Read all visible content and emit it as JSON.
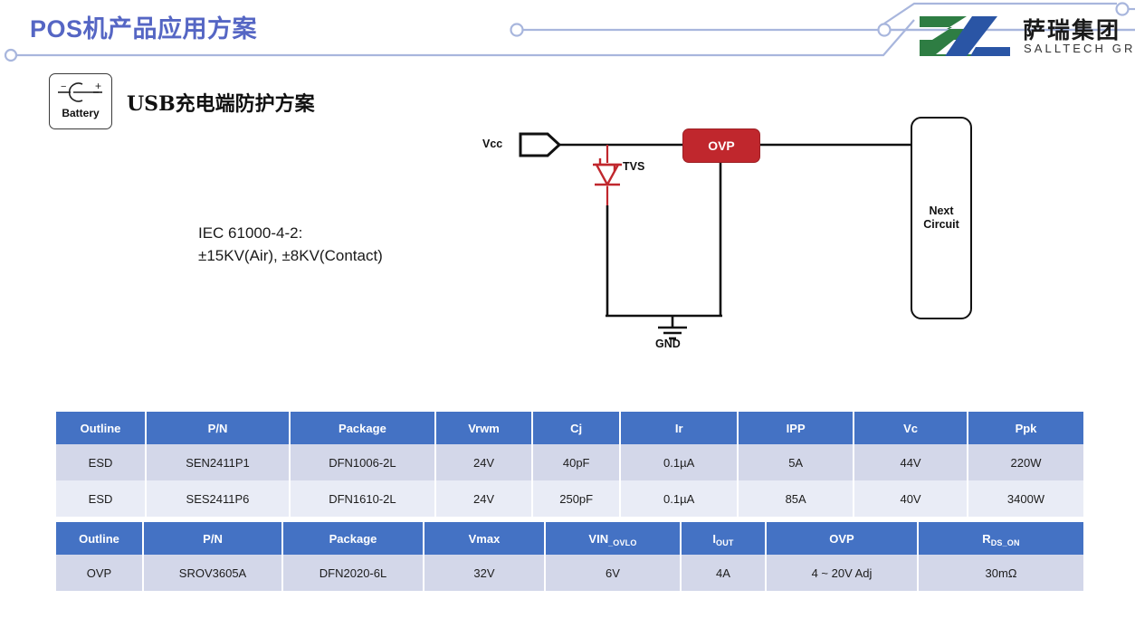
{
  "header": {
    "title": "POS机产品应用方案",
    "decoration_color": "#a8b6dd",
    "title_color": "#5566c4"
  },
  "logo": {
    "name_cn": "萨瑞集团",
    "name_en": "SALLTECH GROUP",
    "mark_green": "#2e7d43",
    "mark_blue": "#2a55a5"
  },
  "badge": {
    "icon": "battery-icon",
    "label": "Battery",
    "minus": "−",
    "plus": "+"
  },
  "section": {
    "heading": "USB充电端防护方案"
  },
  "spec": {
    "line1": "IEC 61000-4-2:",
    "line2": "±15KV(Air), ±8KV(Contact)"
  },
  "circuit": {
    "vcc_label": "Vcc",
    "tvs_label": "TVS",
    "ovp_label": "OVP",
    "next_circuit_line1": "Next",
    "next_circuit_line2": "Circuit",
    "gnd_label": "GND",
    "tvs_color": "#c0272d",
    "ovp_fill": "#c0272d",
    "ovp_border": "#9d1f24",
    "wire_color": "#111111"
  },
  "table_esd": {
    "headers": [
      "Outline",
      "P/N",
      "Package",
      "Vrwm",
      "Cj",
      "Ir",
      "IPP",
      "Vc",
      "Ppk"
    ],
    "rows": [
      [
        "ESD",
        "SEN2411P1",
        "DFN1006-2L",
        "24V",
        "40pF",
        "0.1µA",
        "5A",
        "44V",
        "220W"
      ],
      [
        "ESD",
        "SES2411P6",
        "DFN1610-2L",
        "24V",
        "250pF",
        "0.1µA",
        "85A",
        "40V",
        "3400W"
      ]
    ]
  },
  "table_ovp": {
    "headers": [
      {
        "main": "Outline",
        "sub": ""
      },
      {
        "main": "P/N",
        "sub": ""
      },
      {
        "main": "Package",
        "sub": ""
      },
      {
        "main": "Vmax",
        "sub": ""
      },
      {
        "main": "VIN",
        "sub": "_OVLO"
      },
      {
        "main": "I",
        "sub": "OUT"
      },
      {
        "main": "OVP",
        "sub": ""
      },
      {
        "main": "R",
        "sub": "DS_ON"
      }
    ],
    "rows": [
      [
        "OVP",
        "SROV3605A",
        "DFN2020-6L",
        "32V",
        "6V",
        "4A",
        "4 ~ 20V Adj",
        "30mΩ"
      ]
    ]
  },
  "theme": {
    "header_blue": "#4472c4",
    "row_odd": "#d3d7e9",
    "row_even": "#e9ecf6"
  }
}
